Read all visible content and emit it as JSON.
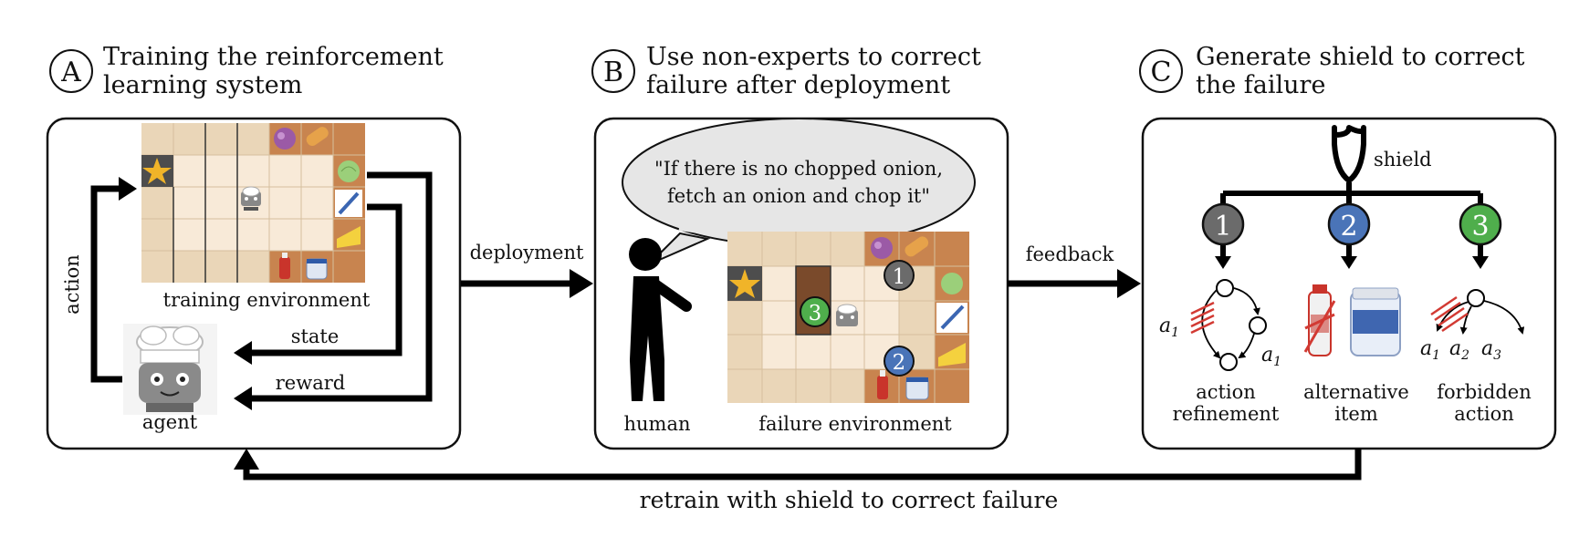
{
  "panels": {
    "a": {
      "letter": "A",
      "title_line1": "Training the reinforcement",
      "title_line2": "learning system",
      "env_caption": "training environment",
      "agent_label": "agent",
      "action_label": "action",
      "state_label": "state",
      "reward_label": "reward"
    },
    "b": {
      "letter": "B",
      "title_line1": "Use non-experts to correct",
      "title_line2": "failure after deployment",
      "speech_line1": "\"If there is no chopped onion,",
      "speech_line2": "fetch an onion and chop it\"",
      "human_label": "human",
      "env_caption": "failure environment",
      "markers": [
        "1",
        "2",
        "3"
      ]
    },
    "c": {
      "letter": "C",
      "title_line1": "Generate shield to correct",
      "title_line2": "the failure",
      "shield_label": "shield",
      "markers": [
        "1",
        "2",
        "3"
      ],
      "sub": {
        "refinement_line1": "action",
        "refinement_line2": "refinement",
        "alternative_line1": "alternative",
        "alternative_line2": "item",
        "forbidden_line1": "forbidden",
        "forbidden_line2": "action",
        "a1": "a",
        "a2": "a",
        "a3": "a",
        "sub1": "1",
        "sub2": "2",
        "sub3": "3"
      }
    }
  },
  "arrows": {
    "deployment": "deployment",
    "feedback": "feedback",
    "retrain": "retrain with shield to correct failure"
  },
  "colors": {
    "marker1": "#6b6b6b",
    "marker2": "#4a74b8",
    "marker3": "#4fae4c",
    "counter": "#c8844f",
    "counter_dark": "#b86a38",
    "floor": "#f7e9d6",
    "red_hatch": "#d23a33"
  }
}
